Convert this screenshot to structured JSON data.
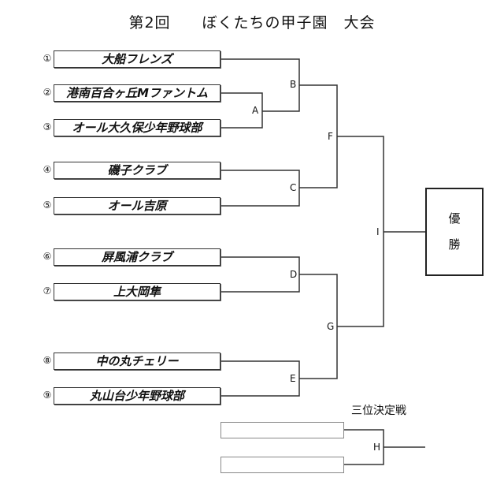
{
  "title": "第2回　　ぼくたちの甲子園　大会",
  "teams": [
    {
      "num": "①",
      "name": "大船フレンズ"
    },
    {
      "num": "②",
      "name": "港南百合ヶ丘Mファントム"
    },
    {
      "num": "③",
      "name": "オール大久保少年野球部"
    },
    {
      "num": "④",
      "name": "磯子クラブ"
    },
    {
      "num": "⑤",
      "name": "オール吉原"
    },
    {
      "num": "⑥",
      "name": "屏風浦クラブ"
    },
    {
      "num": "⑦",
      "name": "上大岡隼"
    },
    {
      "num": "⑧",
      "name": "中の丸チェリー"
    },
    {
      "num": "⑨",
      "name": "丸山台少年野球部"
    }
  ],
  "matches": {
    "A": "A",
    "B": "B",
    "C": "C",
    "D": "D",
    "E": "E",
    "F": "F",
    "G": "G",
    "H": "H",
    "I": "I"
  },
  "champion": {
    "line1": "優",
    "line2": "勝"
  },
  "third_place": {
    "title": "三位決定戦"
  }
}
